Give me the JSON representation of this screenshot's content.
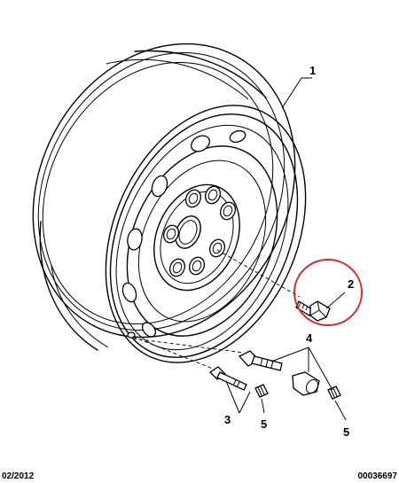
{
  "callouts": [
    {
      "id": "1",
      "label": "1"
    },
    {
      "id": "2",
      "label": "2"
    },
    {
      "id": "3",
      "label": "3"
    },
    {
      "id": "4",
      "label": "4"
    },
    {
      "id": "5a",
      "label": "5"
    },
    {
      "id": "5b",
      "label": "5"
    }
  ],
  "footer": {
    "date": "02/2012",
    "reference": "00036697"
  },
  "colors": {
    "line": "#000000",
    "highlight": "#d7282f",
    "background": "#ffffff"
  },
  "icons": [
    "wheel-rim-icon",
    "wheel-bolt-icon",
    "tyre-valve-icon",
    "valve-cap-icon"
  ]
}
